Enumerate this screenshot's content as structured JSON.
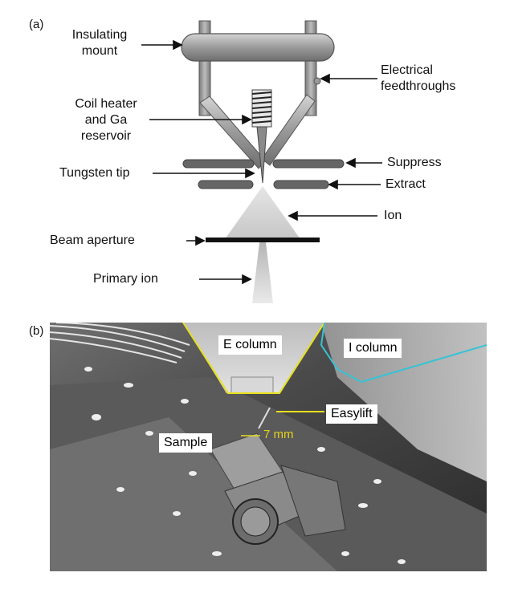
{
  "panel_a": {
    "tag": "(a)",
    "labels": {
      "insulating_mount": "Insulating mount",
      "electrical_feedthroughs": "Electrical feedthroughs",
      "coil_heater": "Coil heater and Ga reservoir",
      "tungsten_tip": "Tungsten tip",
      "suppress": "Suppress",
      "extract": "Extract",
      "ion": "Ion",
      "beam_aperture": "Beam aperture",
      "primary_ion": "Primary ion"
    }
  },
  "panel_b": {
    "tag": "(b)",
    "labels": {
      "e_column": "E column",
      "i_column": "I column",
      "easylift": "Easylift",
      "sample": "Sample",
      "distance": "7 mm"
    },
    "colors": {
      "e_column_outline": "#e8e01c",
      "i_column_outline": "#36c3d6",
      "easylift_line": "#e8e01c"
    }
  }
}
